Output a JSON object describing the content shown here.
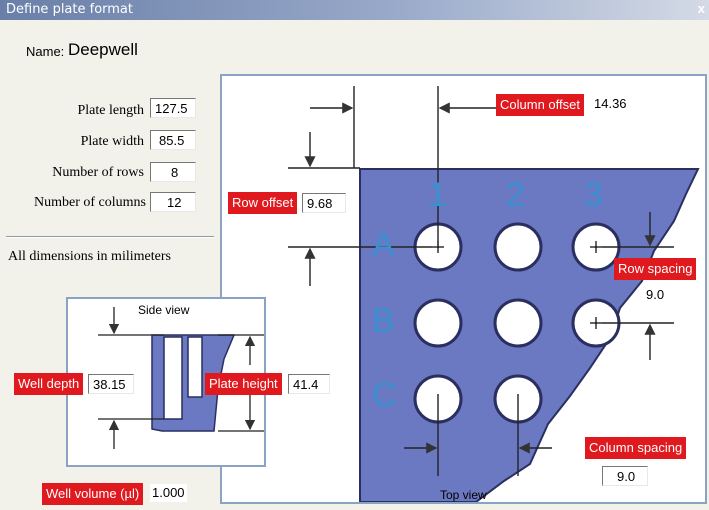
{
  "window": {
    "title": "Define plate format",
    "close_glyph": "x"
  },
  "name": {
    "label": "Name:",
    "value": "Deepwell"
  },
  "fields": {
    "plate_length": {
      "label": "Plate length",
      "value": "127.5"
    },
    "plate_width": {
      "label": "Plate width",
      "value": "85.5"
    },
    "number_of_rows": {
      "label": "Number of rows",
      "value": "8"
    },
    "number_of_columns": {
      "label": "Number of  columns",
      "value": "12"
    }
  },
  "note": "All dimensions in milimeters",
  "top_view": {
    "caption": "Top view",
    "column_numbers": [
      "1",
      "2",
      "3"
    ],
    "row_letters": [
      "A",
      "B",
      "C"
    ],
    "column_offset": {
      "label": "Column offset",
      "value": "14.36"
    },
    "row_offset": {
      "label": "Row offset",
      "value": "9.68"
    },
    "row_spacing": {
      "label": "Row spacing",
      "value": "9.0"
    },
    "column_spacing": {
      "label": "Column spacing",
      "value": "9.0"
    }
  },
  "side_view": {
    "caption": "Side view",
    "well_depth": {
      "label": "Well depth",
      "value": "38.15"
    },
    "plate_height": {
      "label": "Plate height",
      "value": "41.4"
    }
  },
  "well_volume": {
    "label": "Well volume (µl)",
    "value": "1.000"
  },
  "colors": {
    "plate_fill": "#6b78c2",
    "label_red": "#e0191f",
    "digit_blue": "#3a90d0",
    "panel_border": "#8aa3c2"
  }
}
